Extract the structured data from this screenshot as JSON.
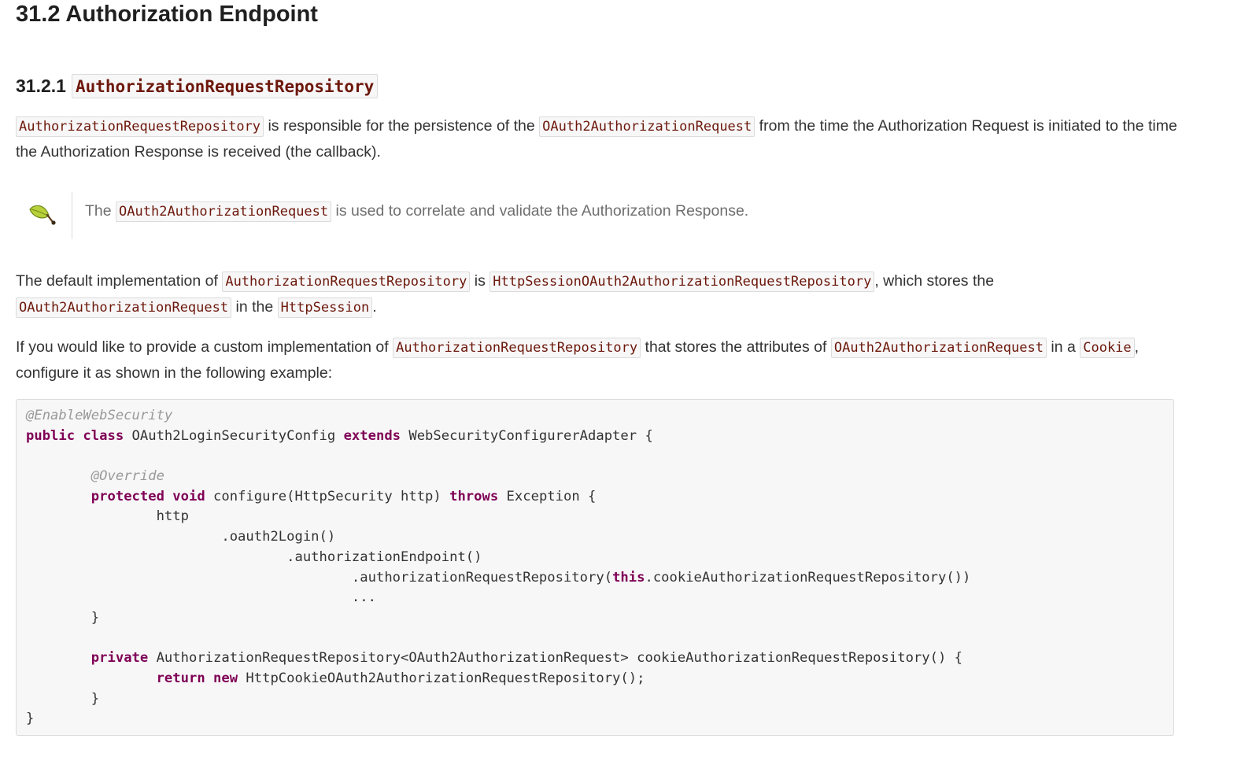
{
  "section_title": "31.2 Authorization Endpoint",
  "subsection": {
    "number": "31.2.1",
    "code_title": "AuthorizationRequestRepository"
  },
  "paragraph1": {
    "code1": "AuthorizationRequestRepository",
    "text1": " is responsible for the persistence of the ",
    "code2": "OAuth2AuthorizationRequest",
    "text2": " from the time the Authorization Request is initiated to the time the Authorization Response is received (the callback)."
  },
  "tip": {
    "icon": "tip-leaf-icon",
    "text1": "The ",
    "code1": "OAuth2AuthorizationRequest",
    "text2": " is used to correlate and validate the Authorization Response."
  },
  "paragraph2": {
    "text1": "The default implementation of ",
    "code1": "AuthorizationRequestRepository",
    "text2": " is ",
    "code2": "HttpSessionOAuth2AuthorizationRequestRepository",
    "text3": ", which stores the ",
    "code3": "OAuth2AuthorizationRequest",
    "text4": " in the ",
    "code4": "HttpSession",
    "text5": "."
  },
  "paragraph3": {
    "text1": "If you would like to provide a custom implementation of ",
    "code1": "AuthorizationRequestRepository",
    "text2": " that stores the attributes of ",
    "code2": "OAuth2AuthorizationRequest",
    "text3": " in a ",
    "code3": "Cookie",
    "text4": ", configure it as shown in the following example:"
  },
  "code": {
    "l1_ann": "@EnableWebSecurity",
    "l2_kw1": "public class",
    "l2_rest1": " OAuth2LoginSecurityConfig ",
    "l2_kw2": "extends",
    "l2_rest2": " WebSecurityConfigurerAdapter {",
    "l4_ann": "@Override",
    "l5_kw1": "protected void",
    "l5_rest1": " configure(HttpSecurity http) ",
    "l5_kw2": "throws",
    "l5_rest2": " Exception {",
    "l6": "http",
    "l7": ".oauth2Login()",
    "l8": ".authorizationEndpoint()",
    "l9_rest1": ".authorizationRequestRepository(",
    "l9_kw": "this",
    "l9_rest2": ".cookieAuthorizationRequestRepository())",
    "l10": "...",
    "l11": "}",
    "l13_kw": "private",
    "l13_rest": " AuthorizationRequestRepository<OAuth2AuthorizationRequest> cookieAuthorizationRequestRepository() {",
    "l14_kw": "return new",
    "l14_rest": " HttpCookieOAuth2AuthorizationRequestRepository();",
    "l15": "}",
    "l16": "}"
  },
  "colors": {
    "inline_code": "#6d180b",
    "keyword": "#7f0055",
    "annotation": "#999999",
    "code_background": "#f7f7f8"
  }
}
